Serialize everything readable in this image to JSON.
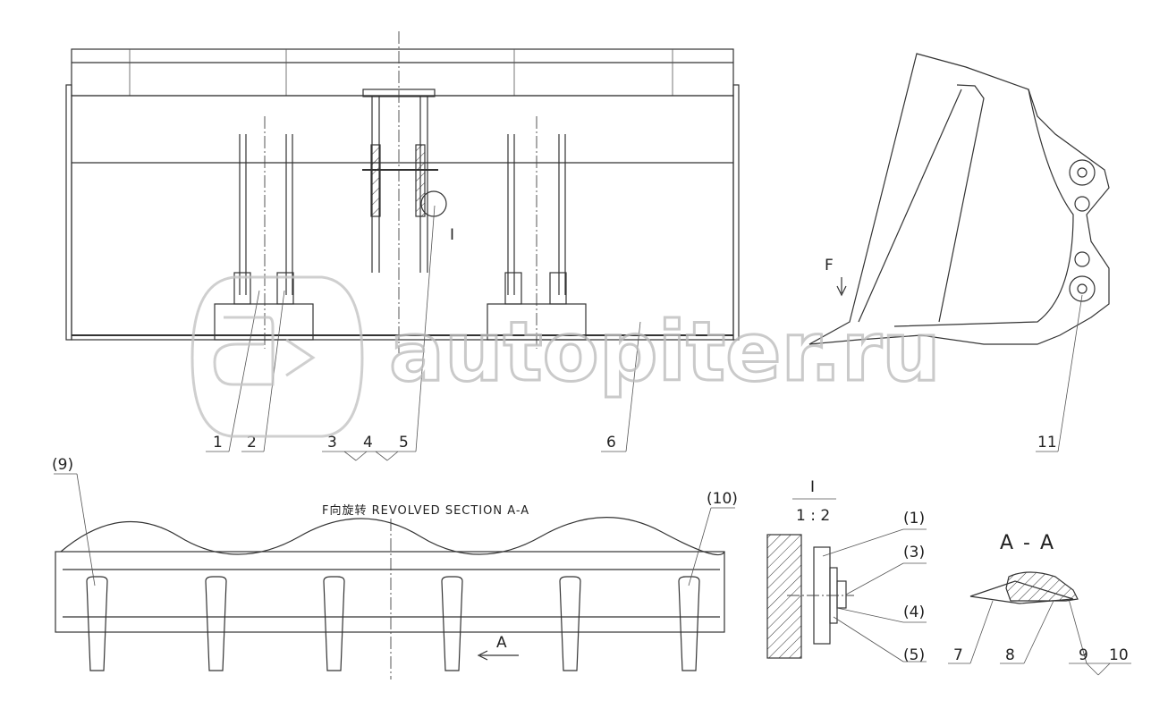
{
  "watermark": {
    "text": "autopiter.ru"
  },
  "top_view": {
    "callouts": [
      "1",
      "2",
      "3",
      "4",
      "5",
      "6"
    ],
    "detail_marker": "I"
  },
  "side_view": {
    "callouts": [
      "11"
    ],
    "view_arrow": "F"
  },
  "revolved_section": {
    "title": "F向旋转   REVOLVED SECTION A-A",
    "callouts": [
      "(9)",
      "(10)"
    ],
    "section_arrow": "A"
  },
  "detail_view": {
    "detail_id": "I",
    "scale": "1 : 2",
    "callouts": [
      "(1)",
      "(3)",
      "(4)",
      "(5)"
    ]
  },
  "section_aa": {
    "title": "A - A",
    "callouts": [
      "7",
      "8",
      "9",
      "10"
    ]
  }
}
